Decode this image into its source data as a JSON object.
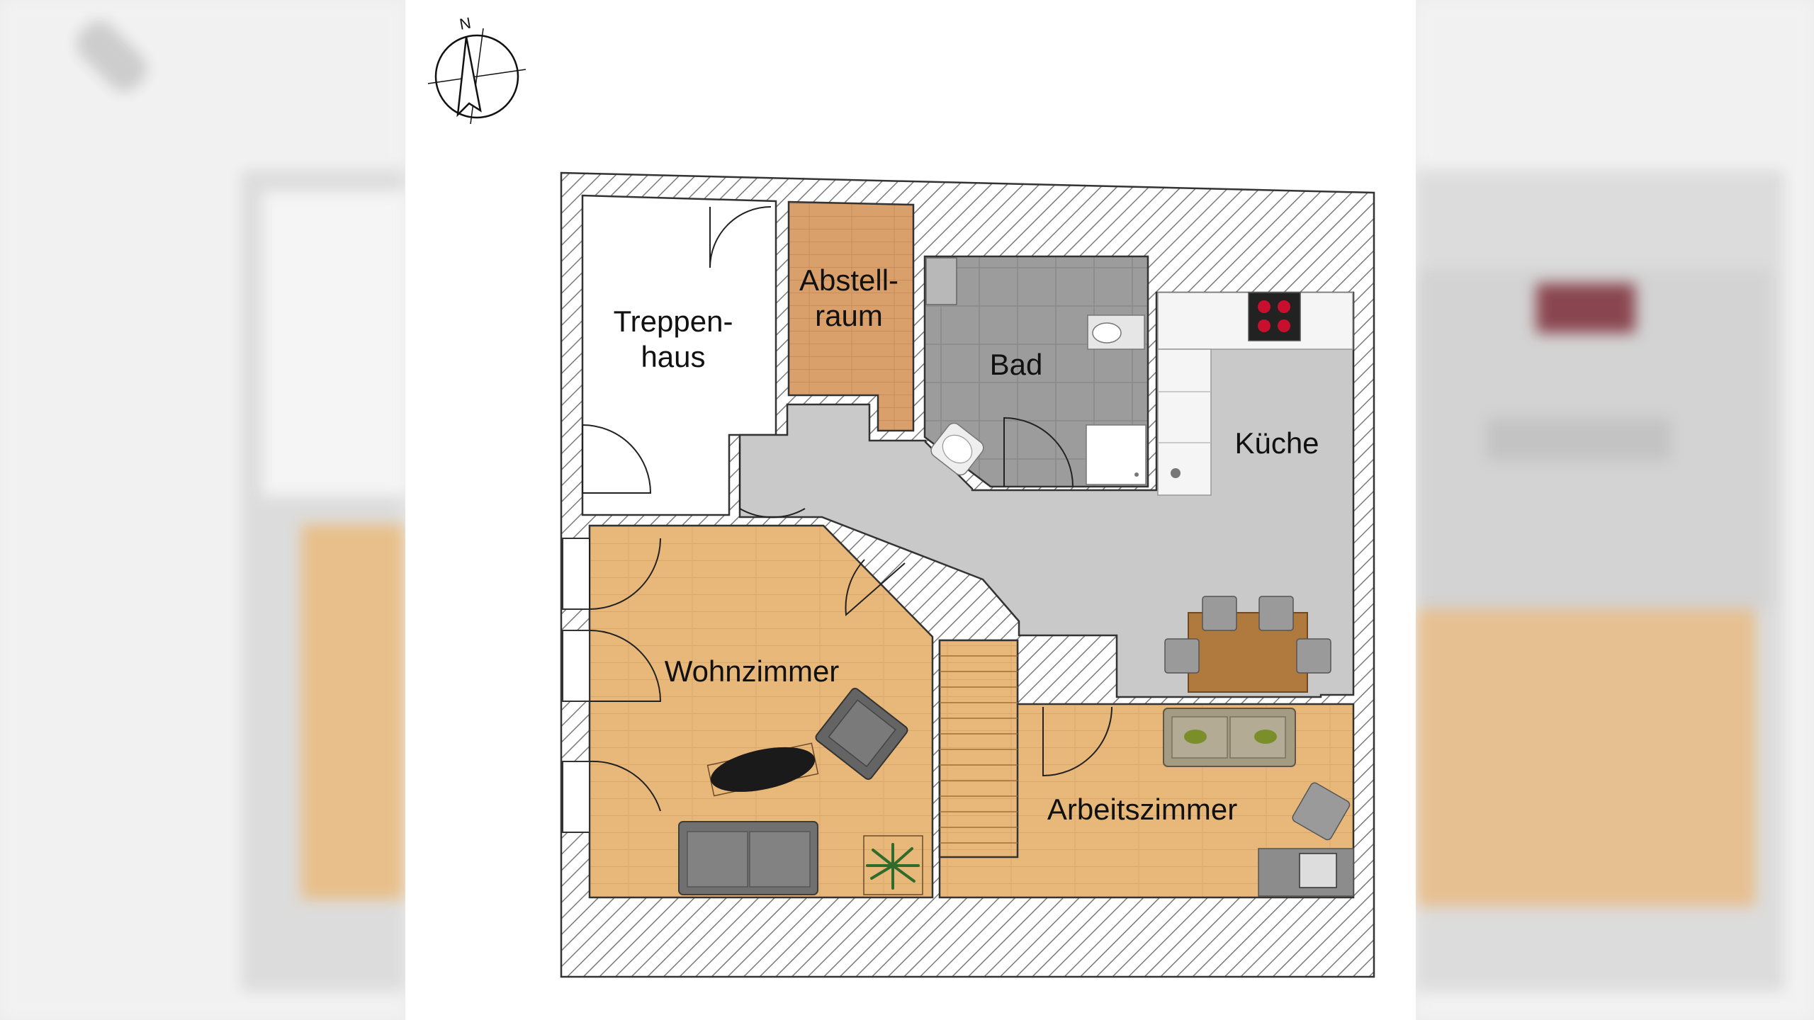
{
  "compass": {
    "north_letter": "N",
    "icon": "compass-north-arrow-icon"
  },
  "rooms": {
    "treppenhaus": {
      "line1": "Treppen-",
      "line2": "haus"
    },
    "abstellraum": {
      "line1": "Abstell-",
      "line2": "raum"
    },
    "bad": {
      "label": "Bad"
    },
    "kueche": {
      "label": "Küche"
    },
    "wohnzimmer": {
      "label": "Wohnzimmer"
    },
    "arbeitszimmer": {
      "label": "Arbeitszimmer"
    }
  },
  "colors": {
    "wall_hatch": "#777777",
    "floor_wood": "#e8b87a",
    "floor_storage_wood": "#d9a06c",
    "floor_corridor": "#c7c7c7",
    "floor_bath_tile": "#9a9a9a",
    "floor_stair_hall": "#ffffff",
    "stove_burner": "#c8102e"
  }
}
